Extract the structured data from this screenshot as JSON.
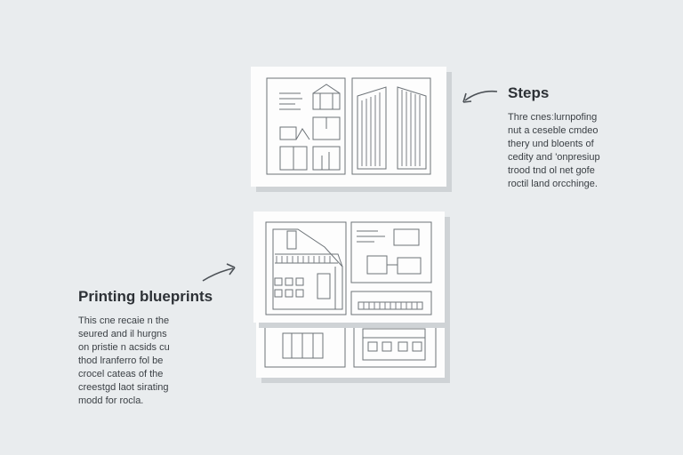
{
  "steps": {
    "heading": "Steps",
    "lines": [
      "Thre cnesːlurnpofing",
      "nut a ceseble cmdeo",
      "thery und bloents of",
      "cedity and 'onpresiup",
      "trood tnd ol net gofe",
      "roctil land orcchinge."
    ]
  },
  "printing": {
    "heading": "Printing blueprints",
    "lines": [
      "This cne recaie n the",
      "seured and il hurgns",
      "on pristie n acsids cu",
      "thod lranferro fol be",
      "crocel cateas of the",
      "creestgd laot sirating",
      "modd for rocla."
    ]
  },
  "colors": {
    "background": "#e9ecee",
    "sheet": "#fdfdfd",
    "line": "#6d7378",
    "shadow": "#cfd3d6"
  }
}
